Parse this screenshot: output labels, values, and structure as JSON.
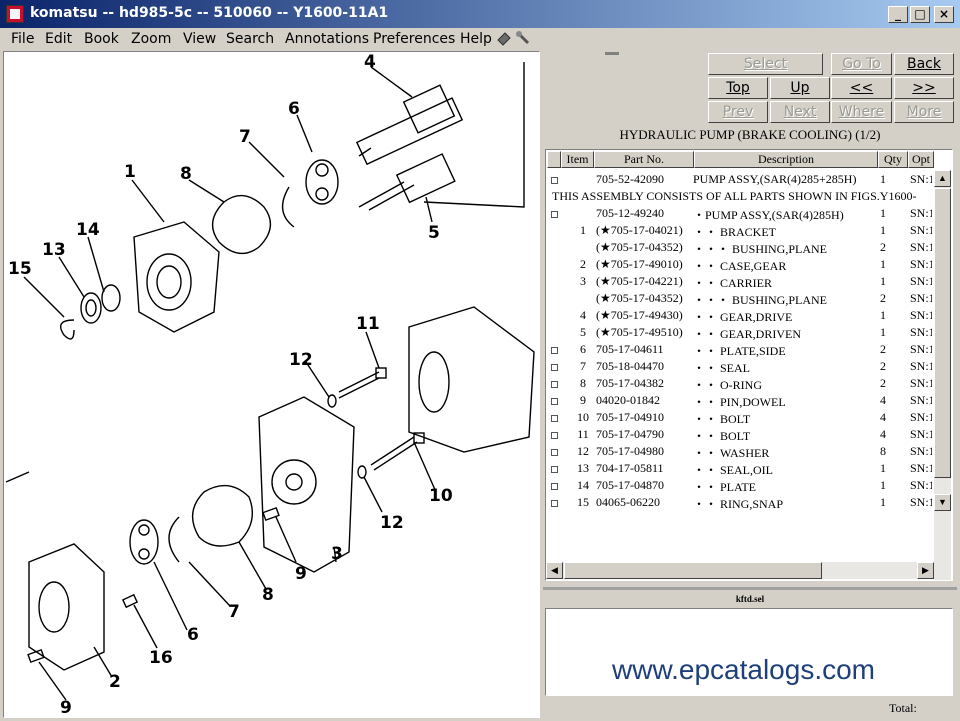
{
  "window": {
    "title": "komatsu -- hd985-5c -- 510060 -- Y1600-11A1",
    "minimize_glyph": "_",
    "maximize_glyph": "□",
    "close_glyph": "×"
  },
  "menu": [
    "File",
    "Edit",
    "Book",
    "Zoom",
    "View",
    "Search",
    "Annotations",
    "Preferences",
    "Help"
  ],
  "toolbar_icons": [
    "eraser-icon",
    "tool-icon"
  ],
  "drawing_labels": [
    "4",
    "6",
    "7",
    "1",
    "8",
    "5",
    "14",
    "13",
    "15",
    "11",
    "12",
    "10",
    "12",
    "3",
    "9",
    "8",
    "7",
    "6",
    "16",
    "2",
    "9"
  ],
  "nav": {
    "select": "Select",
    "goto": "Go To",
    "back": "Back",
    "top": "Top",
    "up": "Up",
    "prev_page": "<<",
    "next_page": ">>",
    "prev": "Prev",
    "next": "Next",
    "where": "Where",
    "more": "More"
  },
  "page_title": "HYDRAULIC PUMP (BRAKE COOLING) (1/2)",
  "table": {
    "headers": [
      "Item",
      "Part No.",
      "Description",
      "Qty",
      "Opt"
    ],
    "rows": [
      {
        "check": true,
        "item": "",
        "part": "705-52-42090",
        "desc": "PUMP ASSY,(SAR(4)285+285H)",
        "qty": "1",
        "opt": "SN:1"
      },
      {
        "note": "THIS ASSEMBLY CONSISTS OF ALL PARTS SHOWN IN FIGS.Y1600-"
      },
      {
        "check": true,
        "item": "",
        "part": "705-12-49240",
        "desc": "・PUMP ASSY,(SAR(4)285H)",
        "qty": "1",
        "opt": "SN:1"
      },
      {
        "check": false,
        "item": "1",
        "part": "(★705-17-04021)",
        "desc": "・・ BRACKET",
        "qty": "1",
        "opt": "SN:1"
      },
      {
        "check": false,
        "item": "",
        "part": "(★705-17-04352)",
        "desc": "・・・ BUSHING,PLANE",
        "qty": "2",
        "opt": "SN:1"
      },
      {
        "check": false,
        "item": "2",
        "part": "(★705-17-49010)",
        "desc": "・・ CASE,GEAR",
        "qty": "1",
        "opt": "SN:1"
      },
      {
        "check": false,
        "item": "3",
        "part": "(★705-17-04221)",
        "desc": "・・ CARRIER",
        "qty": "1",
        "opt": "SN:1"
      },
      {
        "check": false,
        "item": "",
        "part": "(★705-17-04352)",
        "desc": "・・・ BUSHING,PLANE",
        "qty": "2",
        "opt": "SN:1"
      },
      {
        "check": false,
        "item": "4",
        "part": "(★705-17-49430)",
        "desc": "・・ GEAR,DRIVE",
        "qty": "1",
        "opt": "SN:1"
      },
      {
        "check": false,
        "item": "5",
        "part": "(★705-17-49510)",
        "desc": "・・ GEAR,DRIVEN",
        "qty": "1",
        "opt": "SN:1"
      },
      {
        "check": true,
        "item": "6",
        "part": "705-17-04611",
        "desc": "・・ PLATE,SIDE",
        "qty": "2",
        "opt": "SN:1"
      },
      {
        "check": true,
        "item": "7",
        "part": "705-18-04470",
        "desc": "・・ SEAL",
        "qty": "2",
        "opt": "SN:1"
      },
      {
        "check": true,
        "item": "8",
        "part": "705-17-04382",
        "desc": "・・ O-RING",
        "qty": "2",
        "opt": "SN:1"
      },
      {
        "check": true,
        "item": "9",
        "part": "04020-01842",
        "desc": "・・ PIN,DOWEL",
        "qty": "4",
        "opt": "SN:1"
      },
      {
        "check": true,
        "item": "10",
        "part": "705-17-04910",
        "desc": "・・ BOLT",
        "qty": "4",
        "opt": "SN:1"
      },
      {
        "check": true,
        "item": "11",
        "part": "705-17-04790",
        "desc": "・・ BOLT",
        "qty": "4",
        "opt": "SN:1"
      },
      {
        "check": true,
        "item": "12",
        "part": "705-17-04980",
        "desc": "・・ WASHER",
        "qty": "8",
        "opt": "SN:1"
      },
      {
        "check": true,
        "item": "13",
        "part": "704-17-05811",
        "desc": "・・ SEAL,OIL",
        "qty": "1",
        "opt": "SN:1"
      },
      {
        "check": true,
        "item": "14",
        "part": "705-17-04870",
        "desc": "・・ PLATE",
        "qty": "1",
        "opt": "SN:1"
      },
      {
        "check": true,
        "item": "15",
        "part": "04065-06220",
        "desc": "・・ RING,SNAP",
        "qty": "1",
        "opt": "SN:1"
      }
    ]
  },
  "scroll": {
    "up": "▲",
    "down": "▼",
    "left": "◀",
    "right": "▶"
  },
  "file_name": "kftd.sel",
  "total_label": "Total:",
  "watermark": "www.epcatalogs.com"
}
